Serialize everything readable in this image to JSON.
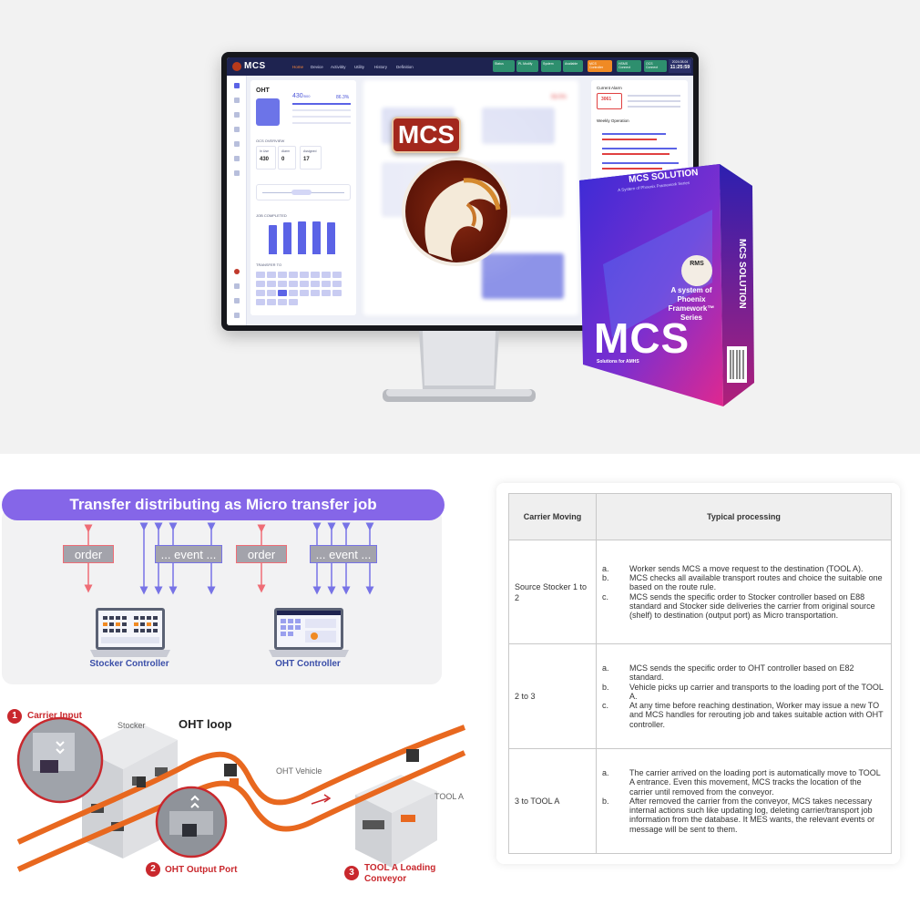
{
  "monitor_ui": {
    "logo": "MCS",
    "menu": [
      "Home",
      "Device",
      "Activitity",
      "Utility",
      "History",
      "Definition"
    ],
    "status_chips": [
      "Status",
      "PL Modify",
      "System",
      "Available",
      "MCS Controller",
      "HSMS Connect",
      "OCS Connect"
    ],
    "clock_date": "2024.08.04",
    "clock_time": "11:25:59",
    "oht_panel": {
      "title": "OHT",
      "count": "430",
      "total": "/500",
      "percent": "86.3%",
      "ocs_overview_label": "OCS OVERVIEW",
      "stats": [
        {
          "label": "In Use",
          "value": "430"
        },
        {
          "label": "Alarm",
          "value": "0"
        },
        {
          "label": "Assigned",
          "value": "17"
        }
      ],
      "job_completed_label": "JOB COMPLETED",
      "transfer_to_label": "TRANSFER TO"
    },
    "current_alarm_label": "Current Alarm",
    "current_alarm_value": "3061",
    "weekly_operation_label": "Weekly Operation",
    "right_percent": "58.5%",
    "logo_badge_text": "MCS"
  },
  "product_box": {
    "title": "MCS SOLUTION",
    "subtitle": "A System of Phoenix Framework Series",
    "rms": "RMS",
    "tagline": "A system of Phoenix Framework™ Series",
    "big_name": "MCS",
    "solution_line": "Solutions for AMHS",
    "side_title": "MCS SOLUTION"
  },
  "distribution": {
    "title": "Transfer distributing as Micro transfer job",
    "tags": [
      "order",
      "... event ...",
      "order",
      "... event ..."
    ],
    "controllers": [
      "Stocker Controller",
      "OHT Controller"
    ],
    "colors": {
      "order": "#ef6d76",
      "event": "#7773e6",
      "banner": "#8566e8"
    }
  },
  "illustration": {
    "items": [
      {
        "num": "1",
        "label": "Carrier Input"
      },
      {
        "num": "2",
        "label": "OHT Output Port"
      },
      {
        "num": "3",
        "label": "TOOL A Loading Conveyor"
      }
    ],
    "stocker_label": "Stocker",
    "loop_label": "OHT loop",
    "vehicle_label": "OHT Vehicle",
    "tool_label": "TOOL A",
    "colors": {
      "rail": "#e8681f",
      "badge": "#c9282d"
    }
  },
  "table": {
    "headers": [
      "Carrier Moving",
      "Typical processing"
    ],
    "rows": [
      {
        "moving": "Source Stocker 1 to 2",
        "items": [
          {
            "marker": "a.",
            "text": "Worker sends MCS a move request to the destination (TOOL A)."
          },
          {
            "marker": "b.",
            "text": "MCS checks all available transport routes and choice the suitable one based on the route rule."
          },
          {
            "marker": "c.",
            "text": "MCS sends the specific order to Stocker controller based on E88 standard and Stocker side deliveries the carrier from original source (shelf) to destination (output port) as Micro transportation."
          }
        ]
      },
      {
        "moving": "2 to 3",
        "items": [
          {
            "marker": "a.",
            "text": "MCS sends the specific order to OHT controller based on E82 standard."
          },
          {
            "marker": "b.",
            "text": "Vehicle picks up carrier and transports to the loading port of the TOOL A."
          },
          {
            "marker": "c.",
            "text": "At any time before reaching destination, Worker may issue a new TO and MCS handles for rerouting job and takes suitable action with OHT controller."
          }
        ]
      },
      {
        "moving": "3 to TOOL A",
        "items": [
          {
            "marker": "a.",
            "text": "The carrier arrived on the loading port is automatically move to TOOL A entrance. Even this movement, MCS tracks the location of the carrier until removed from the conveyor."
          },
          {
            "marker": "b.",
            "text": "After removed the carrier from the conveyor, MCS takes necessary internal actions such like updating log, deleting carrier/transport job information from the database. It MES wants, the relevant events or message will be sent to them."
          }
        ]
      }
    ]
  }
}
